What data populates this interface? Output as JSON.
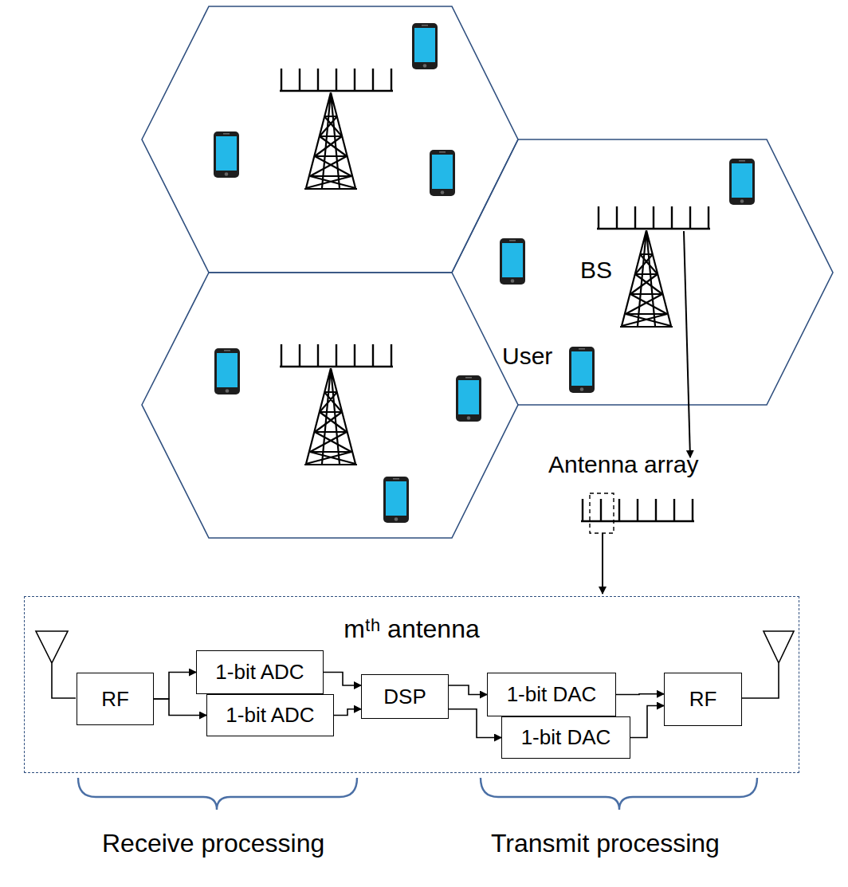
{
  "diagram": {
    "nodes": [
      {
        "text": [
          "mᵗʰ antenna"
        ]
      },
      {
        "text": [
          "RF"
        ],
        "in": 0
      },
      {
        "text": [
          "1-bit ADC"
        ],
        "in": 0
      },
      {
        "text": [
          "1-bit ADC"
        ],
        "in": 0
      },
      {
        "text": [
          "DSP"
        ],
        "in": 0
      },
      {
        "text": [
          "1-bit DAC"
        ],
        "in": 0
      },
      {
        "text": [
          "1-bit DAC"
        ],
        "in": 0
      },
      {
        "text": [
          "RF"
        ],
        "in": 0
      }
    ],
    "edges": [
      {
        "from": 1,
        "to": 2,
        "arrow": "to"
      },
      {
        "from": 1,
        "to": 3,
        "arrow": "to"
      },
      {
        "from": 2,
        "to": 4,
        "arrow": "to"
      },
      {
        "from": 3,
        "to": 4,
        "arrow": "to"
      },
      {
        "from": 4,
        "to": 5,
        "arrow": "to"
      },
      {
        "from": 4,
        "to": 6,
        "arrow": "to"
      },
      {
        "from": 5,
        "to": 7,
        "arrow": "to"
      },
      {
        "from": 6,
        "to": 7,
        "arrow": "to"
      }
    ],
    "labels": [
      "BS",
      "User",
      "Antenna array",
      "Receive processing",
      "Transmit processing"
    ]
  }
}
